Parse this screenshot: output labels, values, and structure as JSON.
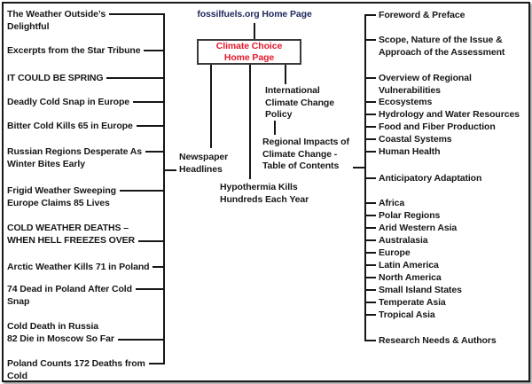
{
  "diagram": {
    "root_link": "fossilfuels.org Home Page",
    "home_page_box": "Climate Choice\nHome Page",
    "newspaper_branch": "Newspaper\nHeadlines",
    "hypothermia_branch": "Hypothermia Kills\nHundreds Each Year",
    "policy_branch": "International\nClimate Change\nPolicy",
    "toc_branch": "Regional Impacts of\nClimate Change -\nTable of Contents"
  },
  "headlines": [
    {
      "text": "The Weather Outside’s\nDelightful"
    },
    {
      "text": "Excerpts from the Star Tribune"
    },
    {
      "text": "IT COULD BE SPRING"
    },
    {
      "text": "Deadly Cold Snap in Europe"
    },
    {
      "text": "Bitter Cold Kills 65 in Europe"
    },
    {
      "text": "Russian Regions Desperate As\nWinter Bites Early"
    },
    {
      "text": "Frigid Weather Sweeping\nEurope Claims 85 Lives"
    },
    {
      "text": "COLD WEATHER DEATHS –\nWHEN HELL FREEZES OVER"
    },
    {
      "text": "Arctic Weather Kills 71 in Poland"
    },
    {
      "text": "74 Dead in Poland After Cold\nSnap"
    },
    {
      "text": "Cold Death in Russia\n82 Die in Moscow So Far"
    },
    {
      "text": "Poland Counts 172 Deaths from\nCold"
    }
  ],
  "toc": [
    {
      "text": "Foreword & Preface"
    },
    {
      "text": "Scope, Nature of the Issue &\nApproach of the Assessment"
    },
    {
      "text": "Overview of Regional\nVulnerabilities"
    },
    {
      "text": "Ecosystems"
    },
    {
      "text": "Hydrology and Water Resources"
    },
    {
      "text": "Food and Fiber Production"
    },
    {
      "text": "Coastal Systems"
    },
    {
      "text": "Human Health"
    },
    {
      "text": "Anticipatory Adaptation"
    },
    {
      "text": "Africa"
    },
    {
      "text": "Polar Regions"
    },
    {
      "text": "Arid Western Asia"
    },
    {
      "text": "Australasia"
    },
    {
      "text": "Europe"
    },
    {
      "text": "Latin America"
    },
    {
      "text": "North America"
    },
    {
      "text": "Small Island States"
    },
    {
      "text": "Temperate Asia"
    },
    {
      "text": "Tropical Asia"
    },
    {
      "text": "Research Needs & Authors"
    }
  ],
  "colors": {
    "link_navy": "#202a5e",
    "highlight_red": "#e6192b",
    "text_black": "#171717"
  }
}
